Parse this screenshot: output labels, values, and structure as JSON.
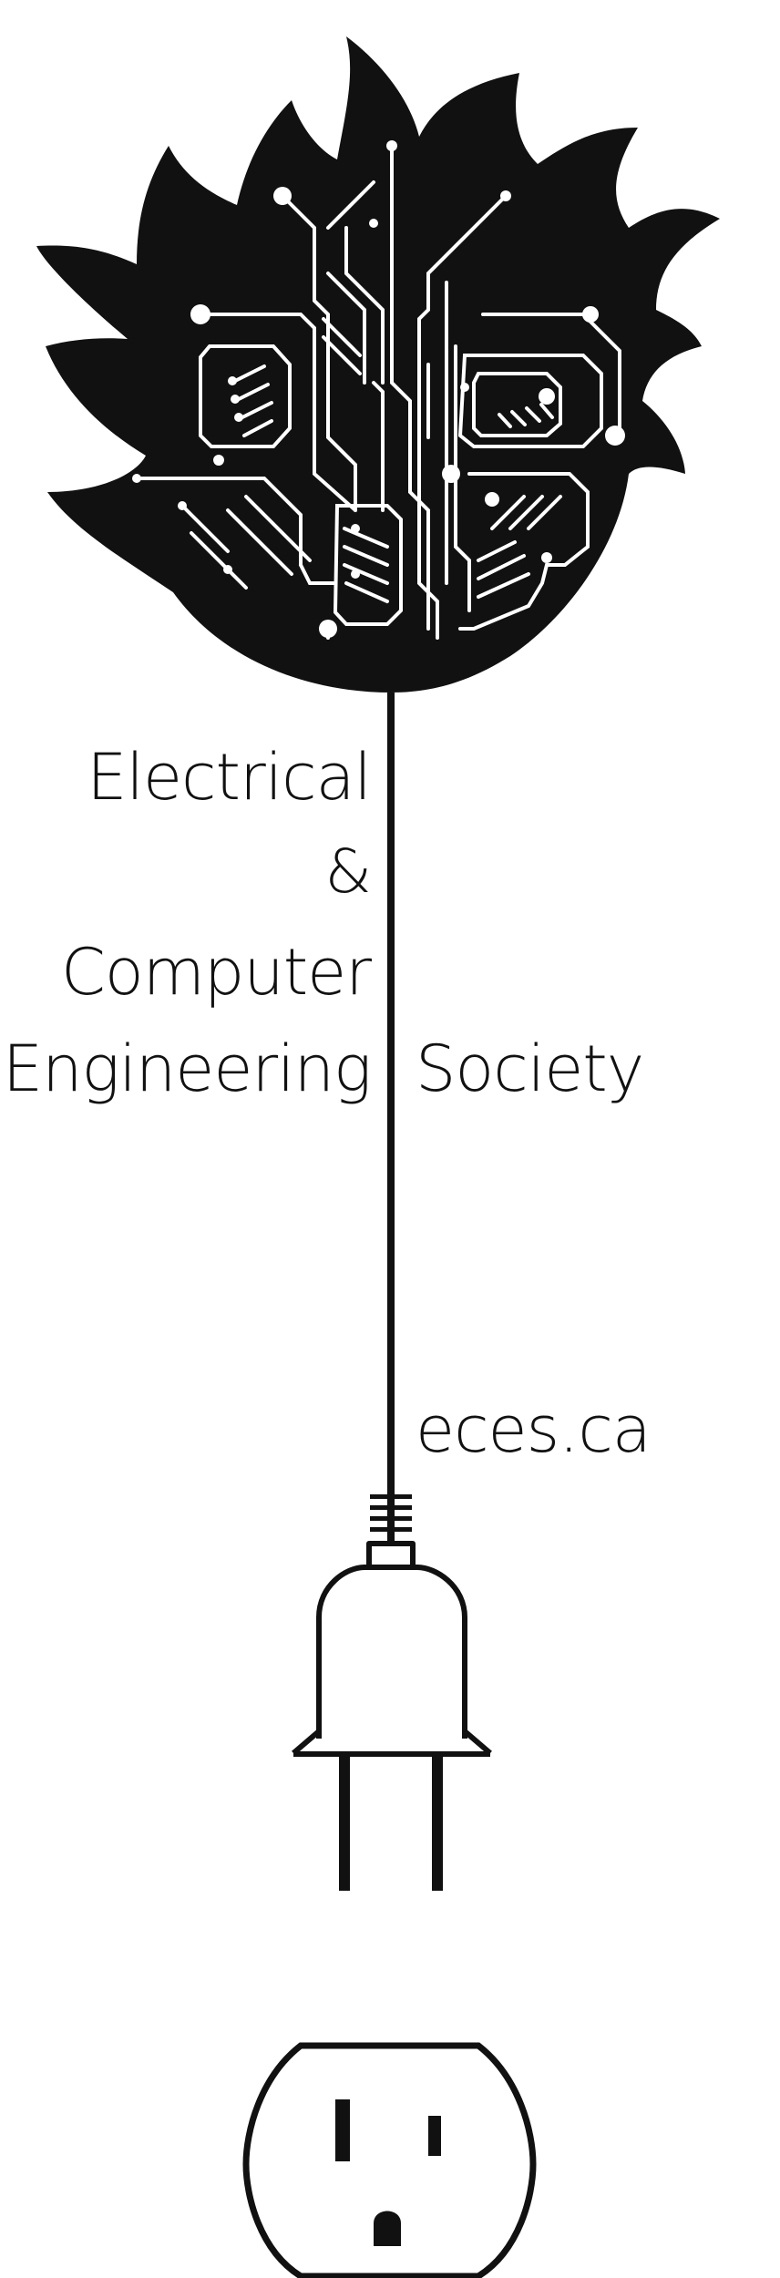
{
  "text": {
    "line1": "Electrical",
    "line2": "&",
    "line3": "Computer",
    "line4": "Engineering",
    "line5": "Society",
    "url": "eces.ca"
  },
  "colors": {
    "ink": "#111111",
    "background": "#ffffff"
  },
  "icons": [
    "circuit-flame-logo-icon",
    "plug-icon",
    "outlet-icon"
  ]
}
